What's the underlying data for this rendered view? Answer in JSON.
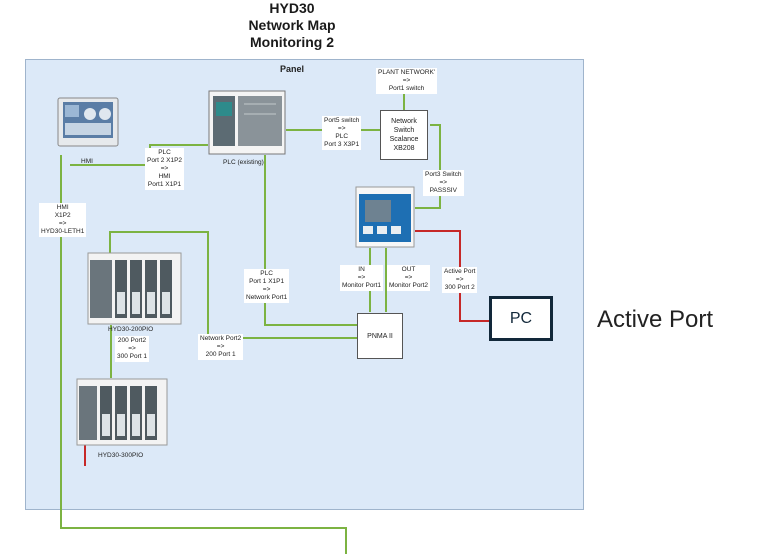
{
  "title": {
    "line1": "HYD30",
    "line2": "Network Map",
    "line3": "Monitoring 2"
  },
  "panel_label": "Panel",
  "devices": {
    "hmi": "HMI",
    "plc": "PLC (existing)",
    "network_switch": [
      "Network",
      "Switch",
      "Scalance",
      "XB208"
    ],
    "pnma": "PNMA II",
    "io200": "HYD30-200PIO",
    "io300": "HYD30-300PIO",
    "pc": "PC"
  },
  "links": {
    "plant_network": [
      "PLANT NETWORK'",
      "=>",
      "Port1 switch"
    ],
    "plc_hmi": [
      "PLC",
      "Port 2 X1P2",
      "=>",
      "HMI",
      "Port1  X1P1"
    ],
    "port5_switch": [
      "Port5 switch",
      "=>",
      "PLC",
      "Port 3 X3P1"
    ],
    "port3_switch": [
      "Port3 Switch",
      "=>",
      "PASSSIV"
    ],
    "hmi_leth": [
      "HMI",
      "X1P2",
      "=>",
      "HYD30-LETH1"
    ],
    "plc_network": [
      "PLC",
      "Port 1 X1P1",
      "=>",
      "Network Port1"
    ],
    "in_monitor": [
      "IN",
      "=>",
      "Monitor Port1"
    ],
    "out_monitor": [
      "OUT",
      "=>",
      "Monitor Port2"
    ],
    "active_300": [
      "Active Port",
      "=>",
      "300 Port 2"
    ],
    "network_port2": [
      "Network Port2",
      "=>",
      "200 Port 1"
    ],
    "io_200_300": [
      "200 Port2",
      "=>",
      "300 Port 1"
    ]
  },
  "legend": {
    "active_port": "Active Port"
  },
  "colors": {
    "wire": "#7cb342",
    "active_wire": "#c62828",
    "panel": "#dce9f8"
  }
}
